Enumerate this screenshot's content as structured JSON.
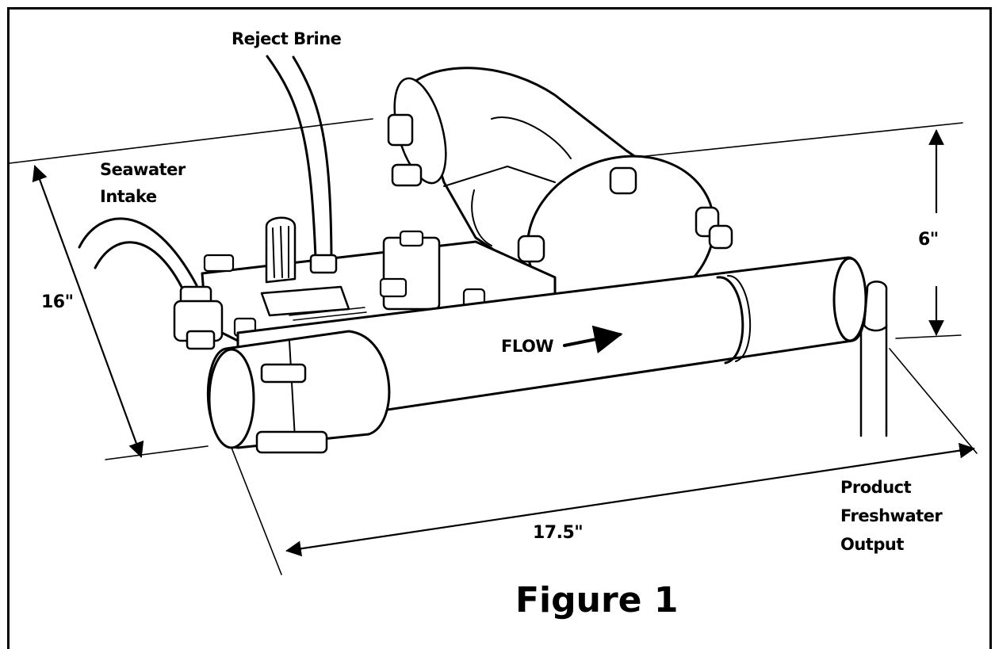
{
  "labels": {
    "reject_brine": "Reject Brine",
    "seawater_intake_line1": "Seawater",
    "seawater_intake_line2": "Intake",
    "flow": "FLOW",
    "product_line1": "Product",
    "product_line2": "Freshwater",
    "product_line3": "Output"
  },
  "dimensions": {
    "depth": "16\"",
    "height": "6\"",
    "length": "17.5\""
  },
  "caption": "Figure 1"
}
